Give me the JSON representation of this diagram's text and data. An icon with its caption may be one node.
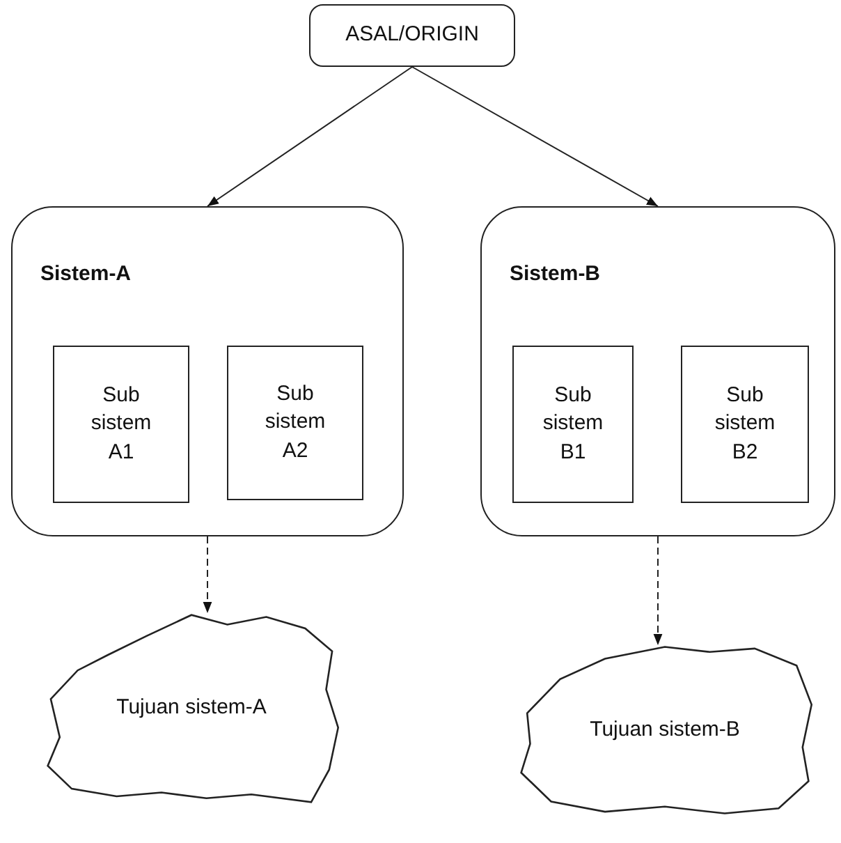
{
  "diagram": {
    "nodes": [
      {
        "text": [
          "ASAL/ORIGIN"
        ]
      },
      {
        "text": [
          "Sistem-A"
        ]
      },
      {
        "text": [
          "Sub sistem A1"
        ],
        "in": 1
      },
      {
        "text": [
          "Sub sistem A2"
        ],
        "in": 1
      },
      {
        "text": [
          "Sistem-B"
        ]
      },
      {
        "text": [
          "Sub sistem B1"
        ],
        "in": 4
      },
      {
        "text": [
          "Sub sistem B2"
        ],
        "in": 4
      },
      {
        "text": [
          "Tujuan sistem-A"
        ]
      },
      {
        "text": [
          "Tujuan sistem-B"
        ]
      }
    ],
    "edges": [
      {
        "from": 0,
        "to": 1,
        "arrow": "to"
      },
      {
        "from": 0,
        "to": 4,
        "arrow": "to"
      },
      {
        "from": 1,
        "to": 7,
        "arrow": "to",
        "style": "dashed"
      },
      {
        "from": 4,
        "to": 8,
        "arrow": "to",
        "style": "dashed"
      }
    ]
  }
}
